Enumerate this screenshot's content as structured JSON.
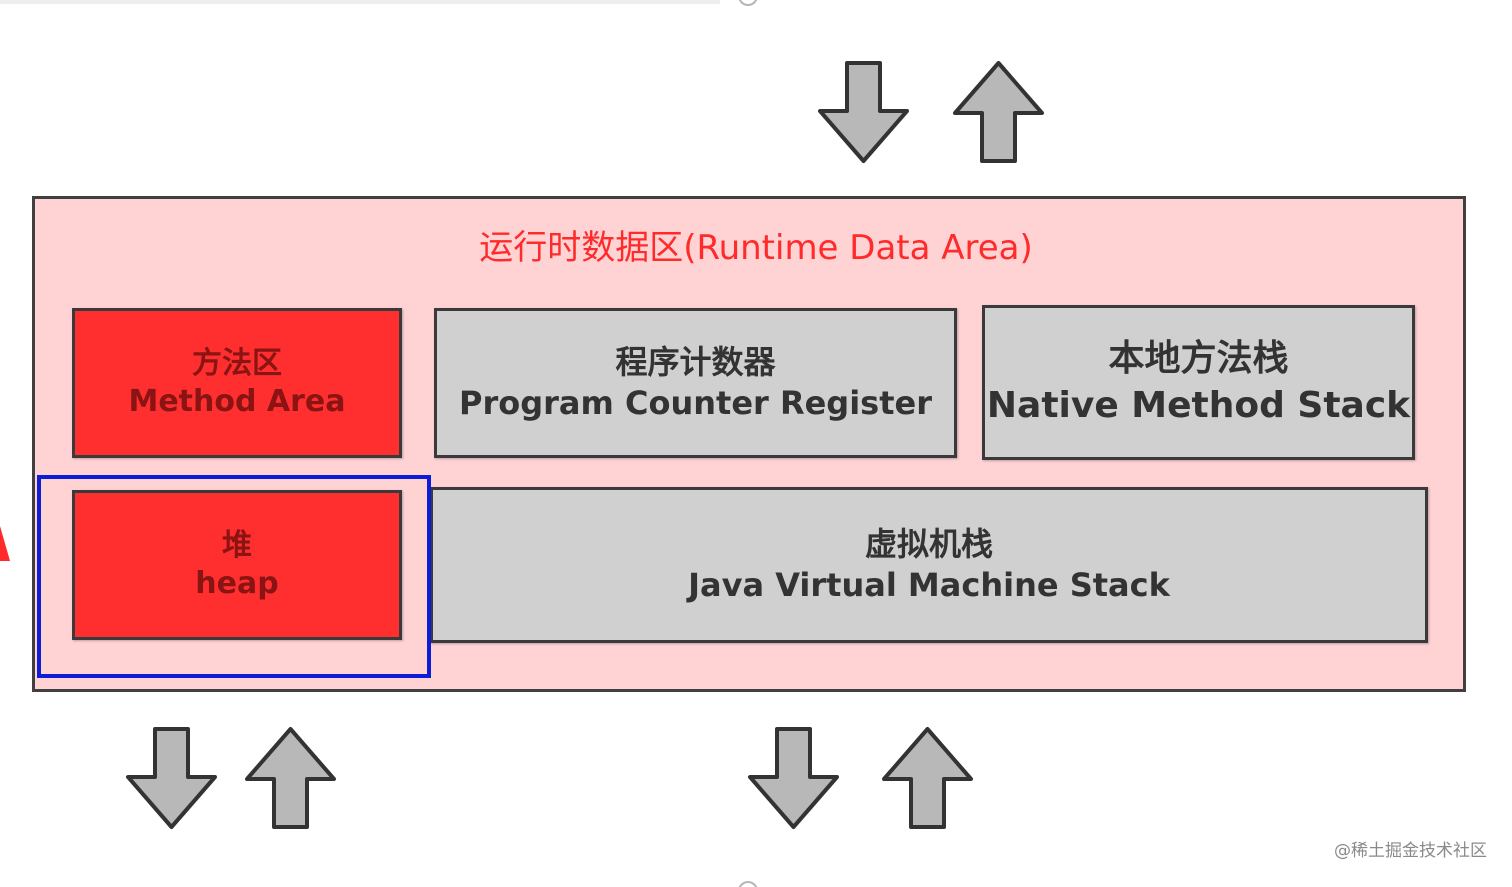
{
  "diagram": {
    "title": "运行时数据区(Runtime Data Area)",
    "regions": {
      "method_area": {
        "cn": "方法区",
        "en": "Method Area"
      },
      "pc_register": {
        "cn": "程序计数器",
        "en": "Program Counter Register"
      },
      "native_stack": {
        "cn": "本地方法栈",
        "en": "Native Method Stack"
      },
      "heap": {
        "cn": "堆",
        "en": "heap"
      },
      "jvm_stack": {
        "cn": "虚拟机栈",
        "en": "Java Virtual Machine Stack"
      }
    },
    "arrows": [
      {
        "name": "top-right-down",
        "direction": "down"
      },
      {
        "name": "top-right-up",
        "direction": "up"
      },
      {
        "name": "bottom-left-down",
        "direction": "down"
      },
      {
        "name": "bottom-left-up",
        "direction": "up"
      },
      {
        "name": "bottom-center-down",
        "direction": "down"
      },
      {
        "name": "bottom-center-up",
        "direction": "up"
      }
    ],
    "colors": {
      "outer_fill": "#ffd2d4",
      "title_red": "#ff2a2a",
      "shared_region_red": "#ff2f2f",
      "private_region_gray": "#d0d0d0",
      "highlight_blue": "#0b1dd6",
      "arrow_gray": "#b8b8b8"
    }
  },
  "watermark": "@稀土掘金技术社区"
}
